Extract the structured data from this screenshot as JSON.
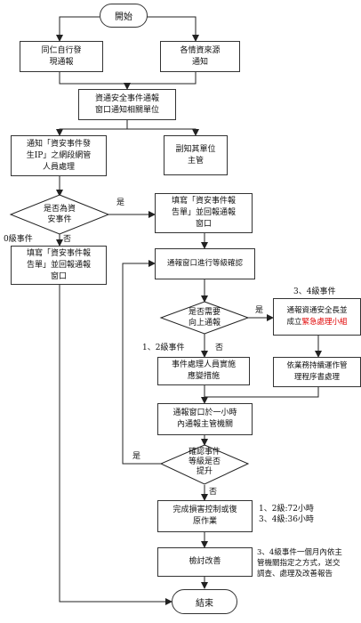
{
  "nodes": {
    "start": "開始",
    "self_report": "同仁自行發\n現通報",
    "external_notice": "各情資來源\n通知",
    "window_notify": "資通安全事件通報\n窗口通知相關單位",
    "notify_ip_admin": "通知「資安事件發\n生IP」之網段網管\n人員處理",
    "deputy_head": "副知其單位\n主管",
    "is_security_event": "是否為資\n安事件",
    "fill_form_yes": "填寫「資安事件報\n告單」並回報通報\n窗口",
    "fill_form_level0": "填寫「資安事件報\n告單」並回報通報\n窗口",
    "grade_confirm": "通報窗口進行等級確認",
    "need_escalate": "是否需要\n向上通報",
    "response_team_prefix": "通報資通安全長並\n成立",
    "response_team_red": "緊急處理小組",
    "handler_measures": "事件處理人員實施\n應變措施",
    "continuity_procedure": "依業務持續運作管\n理程序書處理",
    "notify_authority": "通報窗口於一小時\n內通報主管機關",
    "confirm_level_up": "確認事件\n等級是否\n提升",
    "complete_recovery": "完成損害控制或復\n原作業",
    "review_improve": "檢討改善",
    "end": "結束"
  },
  "labels": {
    "yes_1": "是",
    "level0": "0級事件",
    "no_1": "否",
    "level34": "3、4級事件",
    "yes_2": "是",
    "level12": "1、2級事件",
    "no_2": "否",
    "yes_3": "是",
    "no_3": "否",
    "time_limits": "1、2級:72小時\n3、4級:36小時",
    "report_note": "3、4級事件一個月內依主\n管機關指定之方式，送交\n調查、處理及改善報告"
  }
}
